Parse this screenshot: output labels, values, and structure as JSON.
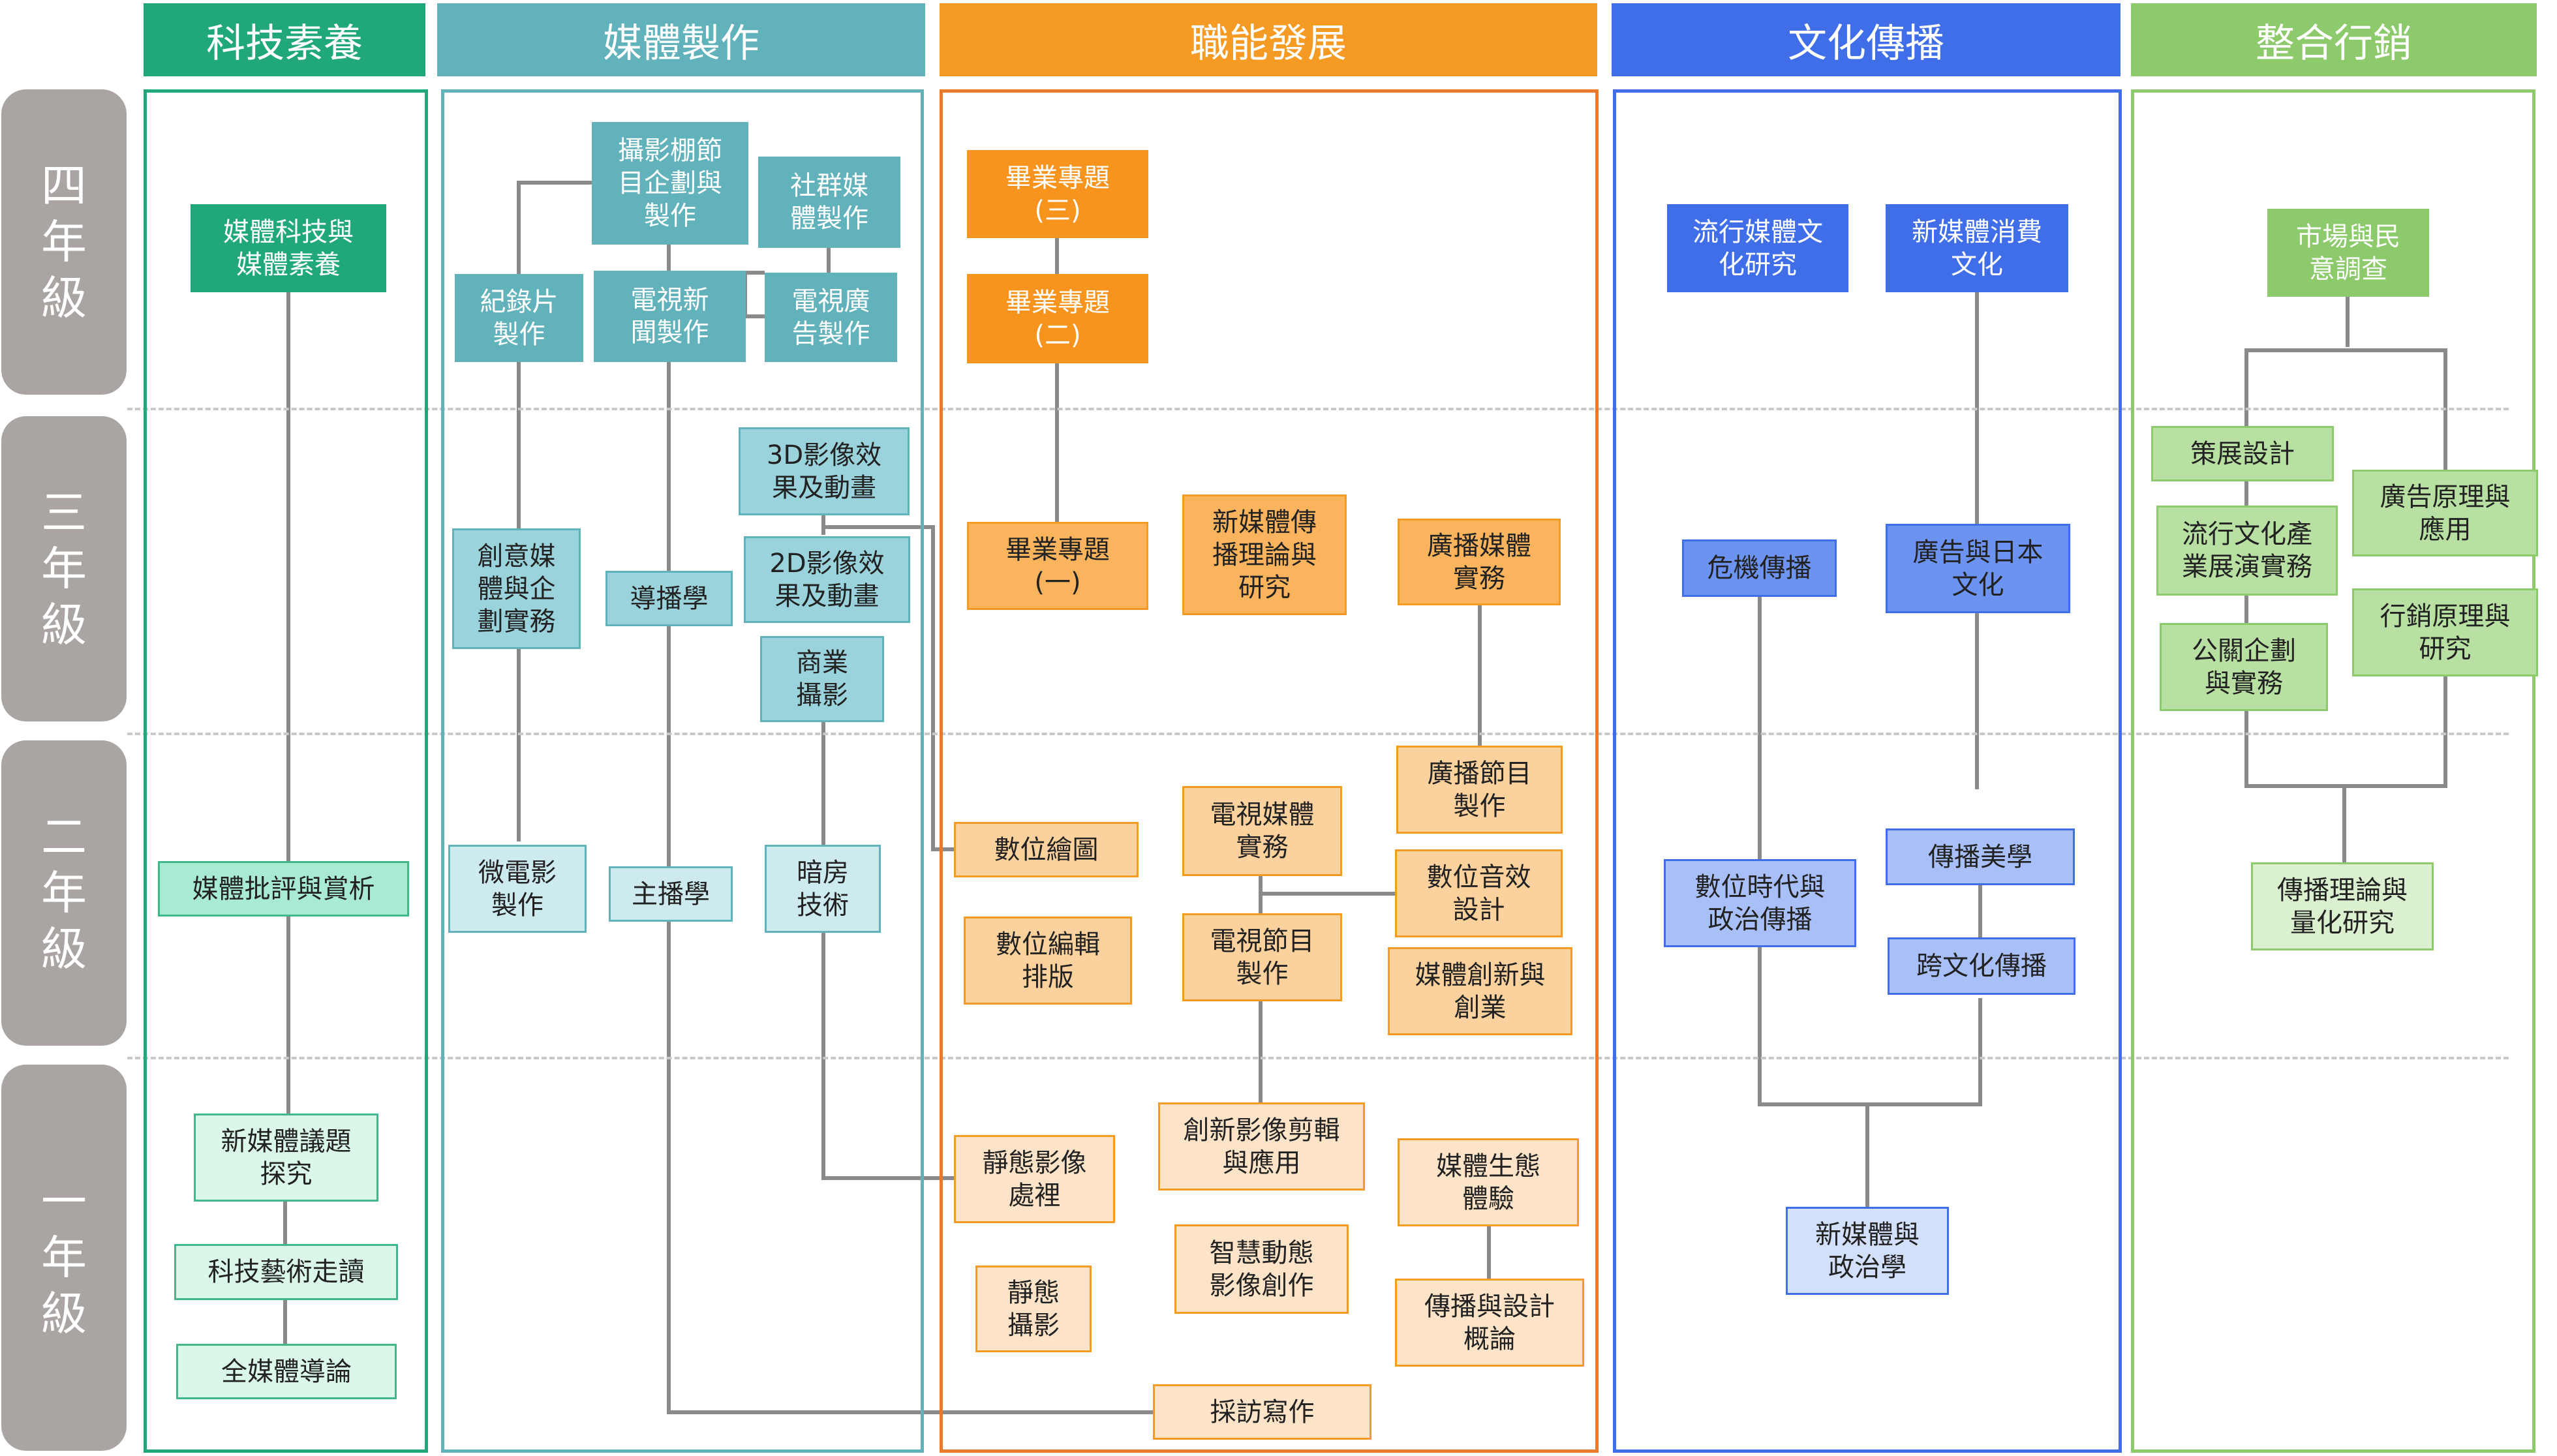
{
  "columns": [
    {
      "title": "科技素養",
      "color": "#21a87a"
    },
    {
      "title": "媒體製作",
      "color": "#61b2ba"
    },
    {
      "title": "職能發展",
      "color": "#f59a23"
    },
    {
      "title": "文化傳播",
      "color": "#3f6ee8"
    },
    {
      "title": "整合行銷",
      "color": "#8dca6c"
    }
  ],
  "years": [
    "四\n年\n級",
    "三\n年\n級",
    "二\n年\n級",
    "一\n年\n級"
  ],
  "courses": {
    "tech_literacy": {
      "media_tech_literacy": "媒體科技與\n媒體素養",
      "media_criticism": "媒體批評與賞析",
      "new_media_issues": "新媒體議題\n探究",
      "tech_art_reading": "科技藝術走讀",
      "all_media_intro": "全媒體導論"
    },
    "media_production": {
      "studio_planning": "攝影棚節\n目企劃與\n製作",
      "social_media": "社群媒\n體製作",
      "documentary": "紀錄片\n製作",
      "tv_news": "電視新\n聞製作",
      "tv_ad": "電視廣\n告製作",
      "fx_3d": "3D影像效\n果及動畫",
      "fx_2d": "2D影像效\n果及動畫",
      "creative_media": "創意媒\n體與企\n劃實務",
      "directing": "導播學",
      "commercial_photo": "商業\n攝影",
      "micro_film": "微電影\n製作",
      "anchoring": "主播學",
      "darkroom": "暗房\n技術"
    },
    "career": {
      "capstone_3": "畢業專題\n(三)",
      "capstone_2": "畢業專題\n(二)",
      "capstone_1": "畢業專題\n(一)",
      "new_media_theory": "新媒體傳\n播理論與\n研究",
      "broadcast_practice": "廣播媒體\n實務",
      "broadcast_program": "廣播節目\n製作",
      "tv_media_practice": "電視媒體\n實務",
      "digital_drawing": "數位繪圖",
      "digital_audio": "數位音效\n設計",
      "digital_layout": "數位編輯\n排版",
      "tv_program": "電視節目\n製作",
      "media_innovation": "媒體創新與\n創業",
      "image_processing": "靜態影像\n處裡",
      "video_editing": "創新影像剪輯\n與應用",
      "media_ecology": "媒體生態\n體驗",
      "smart_motion": "智慧動態\n影像創作",
      "still_photo": "靜態\n攝影",
      "comm_design": "傳播與設計\n概論",
      "interview_writing": "採訪寫作"
    },
    "culture": {
      "pop_culture": "流行媒體文\n化研究",
      "consumer_culture": "新媒體消費\n文化",
      "crisis_comm": "危機傳播",
      "ad_japan": "廣告與日本\n文化",
      "digital_politics": "數位時代與\n政治傳播",
      "comm_aesthetics": "傳播美學",
      "intercultural": "跨文化傳播",
      "new_media_politics": "新媒體與\n政治學"
    },
    "marketing": {
      "market_survey": "市場與民\n意調查",
      "exhibition": "策展設計",
      "ad_principles": "廣告原理與\n應用",
      "pop_industry": "流行文化產\n業展演實務",
      "marketing_principles": "行銷原理與\n研究",
      "pr_planning": "公關企劃\n與實務",
      "comm_theory_quant": "傳播理論與\n量化研究"
    }
  }
}
